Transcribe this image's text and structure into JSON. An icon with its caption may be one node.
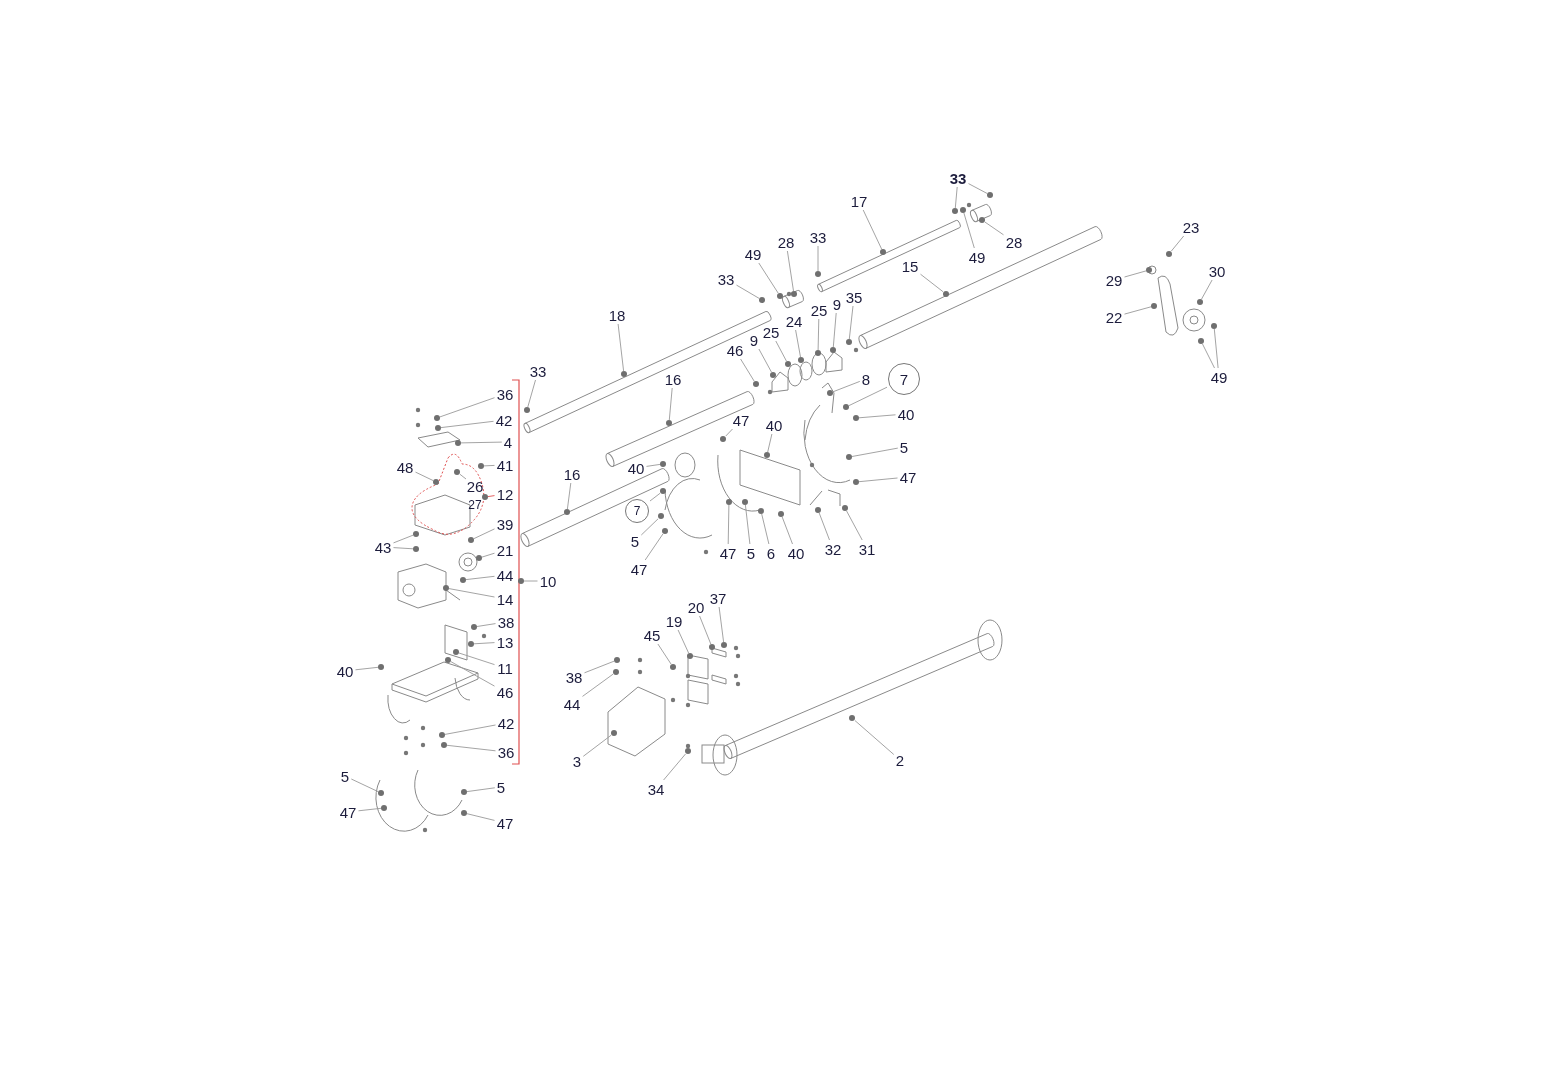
{
  "diagram": {
    "nodes": [
      {
        "text": [
          "33"
        ]
      },
      {
        "text": [
          "36"
        ]
      },
      {
        "text": [
          "42"
        ]
      },
      {
        "text": [
          "4"
        ]
      },
      {
        "text": [
          "41"
        ]
      },
      {
        "text": [
          "48"
        ]
      },
      {
        "text": [
          "26"
        ]
      },
      {
        "text": [
          "12"
        ]
      },
      {
        "text": [
          "39"
        ]
      },
      {
        "text": [
          "43"
        ]
      },
      {
        "text": [
          "21"
        ]
      },
      {
        "text": [
          "44"
        ]
      },
      {
        "text": [
          "14"
        ]
      },
      {
        "text": [
          "10"
        ]
      },
      {
        "text": [
          "38"
        ]
      },
      {
        "text": [
          "13"
        ]
      },
      {
        "text": [
          "11"
        ]
      },
      {
        "text": [
          "46"
        ]
      },
      {
        "text": [
          "40"
        ]
      },
      {
        "text": [
          "42"
        ]
      },
      {
        "text": [
          "36"
        ]
      },
      {
        "text": [
          "5"
        ]
      },
      {
        "text": [
          "5"
        ]
      },
      {
        "text": [
          "47"
        ]
      },
      {
        "text": [
          "47"
        ]
      },
      {
        "text": [
          "18"
        ]
      },
      {
        "text": [
          "16"
        ]
      },
      {
        "text": [
          "16"
        ]
      },
      {
        "text": [
          "33"
        ]
      },
      {
        "text": [
          "49"
        ]
      },
      {
        "text": [
          "28"
        ]
      },
      {
        "text": [
          "33"
        ]
      },
      {
        "text": [
          "17"
        ]
      },
      {
        "text": [
          "15"
        ]
      },
      {
        "text": [
          "46"
        ]
      },
      {
        "text": [
          "9"
        ]
      },
      {
        "text": [
          "25"
        ]
      },
      {
        "text": [
          "24"
        ]
      },
      {
        "text": [
          "25"
        ]
      },
      {
        "text": [
          "9"
        ]
      },
      {
        "text": [
          "35"
        ]
      },
      {
        "text": [
          "8"
        ]
      },
      {
        "text": [
          "7"
        ]
      },
      {
        "text": [
          "40"
        ]
      },
      {
        "text": [
          "5"
        ]
      },
      {
        "text": [
          "47"
        ]
      },
      {
        "text": [
          "47"
        ]
      },
      {
        "text": [
          "40"
        ]
      },
      {
        "text": [
          "40"
        ]
      },
      {
        "text": [
          "7"
        ]
      },
      {
        "text": [
          "5"
        ]
      },
      {
        "text": [
          "47"
        ]
      },
      {
        "text": [
          "47"
        ]
      },
      {
        "text": [
          "5"
        ]
      },
      {
        "text": [
          "6"
        ]
      },
      {
        "text": [
          "40"
        ]
      },
      {
        "text": [
          "32"
        ]
      },
      {
        "text": [
          "31"
        ]
      },
      {
        "text": [
          "33"
        ]
      },
      {
        "text": [
          "49"
        ]
      },
      {
        "text": [
          "28"
        ]
      },
      {
        "text": [
          "23"
        ]
      },
      {
        "text": [
          "29"
        ]
      },
      {
        "text": [
          "30"
        ]
      },
      {
        "text": [
          "22"
        ]
      },
      {
        "text": [
          "49"
        ]
      },
      {
        "text": [
          "37"
        ]
      },
      {
        "text": [
          "20"
        ]
      },
      {
        "text": [
          "19"
        ]
      },
      {
        "text": [
          "45"
        ]
      },
      {
        "text": [
          "38"
        ]
      },
      {
        "text": [
          "44"
        ]
      },
      {
        "text": [
          "3"
        ]
      },
      {
        "text": [
          "34"
        ]
      },
      {
        "text": [
          "2"
        ]
      },
      {
        "text": [],
        "shape": "circle"
      },
      {
        "text": [],
        "shape": "circle"
      },
      {
        "text": [],
        "shape": "circle"
      },
      {
        "text": [],
        "shape": "circle"
      },
      {
        "text": [],
        "shape": "circle"
      },
      {
        "text": [],
        "shape": "circle"
      },
      {
        "text": [],
        "shape": "circle"
      },
      {
        "text": [],
        "shape": "circle"
      },
      {
        "text": [],
        "shape": "circle"
      },
      {
        "text": [],
        "shape": "circle"
      },
      {
        "text": [],
        "shape": "circle"
      },
      {
        "text": [],
        "shape": "circle"
      },
      {
        "text": [],
        "shape": "circle"
      },
      {
        "text": [],
        "shape": "circle"
      },
      {
        "text": [],
        "shape": "circle"
      },
      {
        "text": [],
        "shape": "circle"
      },
      {
        "text": [],
        "shape": "circle"
      },
      {
        "text": [],
        "shape": "circle"
      },
      {
        "text": [],
        "shape": "circle"
      },
      {
        "text": [],
        "shape": "circle"
      },
      {
        "text": [],
        "shape": "circle"
      },
      {
        "text": [],
        "shape": "circle"
      },
      {
        "text": [],
        "shape": "circle"
      },
      {
        "text": [],
        "shape": "circle"
      },
      {
        "text": [],
        "shape": "circle"
      },
      {
        "text": [],
        "shape": "circle"
      },
      {
        "text": [],
        "shape": "circle"
      },
      {
        "text": [],
        "shape": "circle"
      },
      {
        "text": [],
        "shape": "circle"
      },
      {
        "text": [],
        "shape": "circle"
      },
      {
        "text": [],
        "shape": "circle"
      },
      {
        "text": [],
        "shape": "circle"
      },
      {
        "text": [],
        "shape": "circle"
      },
      {
        "text": [],
        "shape": "circle"
      },
      {
        "text": [],
        "shape": "circle"
      },
      {
        "text": [],
        "shape": "circle"
      },
      {
        "text": [],
        "shape": "circle"
      },
      {
        "text": [],
        "shape": "circle"
      },
      {
        "text": [],
        "shape": "circle"
      },
      {
        "text": [],
        "shape": "circle"
      },
      {
        "text": [],
        "shape": "circle"
      },
      {
        "text": [],
        "shape": "circle"
      },
      {
        "text": [],
        "shape": "circle"
      },
      {
        "text": [],
        "shape": "circle"
      },
      {
        "text": [],
        "shape": "circle"
      },
      {
        "text": [],
        "shape": "circle"
      },
      {
        "text": [],
        "shape": "circle"
      },
      {
        "text": [],
        "shape": "circle"
      },
      {
        "text": [],
        "shape": "circle"
      },
      {
        "text": [],
        "shape": "circle"
      },
      {
        "text": [],
        "shape": "circle"
      },
      {
        "text": [],
        "shape": "circle"
      },
      {
        "text": [],
        "shape": "circle"
      },
      {
        "text": [],
        "shape": "circle"
      },
      {
        "text": [],
        "shape": "circle"
      },
      {
        "text": [],
        "shape": "circle"
      },
      {
        "text": [],
        "shape": "circle"
      },
      {
        "text": [],
        "shape": "circle"
      },
      {
        "text": [],
        "shape": "circle"
      },
      {
        "text": [],
        "shape": "circle"
      },
      {
        "text": [],
        "shape": "circle"
      },
      {
        "text": [],
        "shape": "circle"
      },
      {
        "text": [],
        "shape": "circle"
      },
      {
        "text": [],
        "shape": "circle"
      },
      {
        "text": [],
        "shape": "circle"
      },
      {
        "text": [],
        "shape": "circle"
      },
      {
        "text": [],
        "shape": "circle"
      },
      {
        "text": [],
        "shape": "circle"
      },
      {
        "text": [],
        "shape": "circle"
      },
      {
        "text": [],
        "shape": "circle"
      },
      {
        "text": [],
        "shape": "circle"
      },
      {
        "text": [],
        "shape": "circle"
      },
      {
        "text": [],
        "shape": "circle"
      },
      {
        "text": [],
        "shape": "circle"
      },
      {
        "text": [],
        "shape": "circle"
      },
      {
        "text": [],
        "shape": "circle"
      },
      {
        "text": [],
        "shape": "circle"
      },
      {
        "text": [],
        "shape": "circle"
      }
    ],
    "edges": [
      {
        "from": 0,
        "to": 75,
        "arrow": "none"
      },
      {
        "from": 1,
        "to": 76,
        "arrow": "none"
      },
      {
        "from": 2,
        "to": 77,
        "arrow": "none"
      },
      {
        "from": 3,
        "to": 78,
        "arrow": "none"
      },
      {
        "from": 4,
        "to": 79,
        "arrow": "none"
      },
      {
        "from": 5,
        "to": 80,
        "arrow": "none"
      },
      {
        "from": 6,
        "to": 81,
        "arrow": "none"
      },
      {
        "from": 7,
        "to": 82,
        "arrow": "none",
        "color": "#e05050"
      },
      {
        "from": 8,
        "to": 83,
        "arrow": "none"
      },
      {
        "from": 9,
        "to": 84,
        "arrow": "none"
      },
      {
        "from": 9,
        "to": 85,
        "arrow": "none"
      },
      {
        "from": 10,
        "to": 86,
        "arrow": "none"
      },
      {
        "from": 11,
        "to": 87,
        "arrow": "none"
      },
      {
        "from": 12,
        "to": 88,
        "arrow": "none"
      },
      {
        "from": 13,
        "to": 89,
        "arrow": "none"
      },
      {
        "from": 14,
        "to": 90,
        "arrow": "none"
      },
      {
        "from": 15,
        "to": 91,
        "arrow": "none"
      },
      {
        "from": 16,
        "to": 92,
        "arrow": "none"
      },
      {
        "from": 17,
        "to": 93,
        "arrow": "none"
      },
      {
        "from": 18,
        "to": 94,
        "arrow": "none"
      },
      {
        "from": 19,
        "to": 95,
        "arrow": "none"
      },
      {
        "from": 20,
        "to": 96,
        "arrow": "none"
      },
      {
        "from": 21,
        "to": 97,
        "arrow": "none"
      },
      {
        "from": 22,
        "to": 98,
        "arrow": "none"
      },
      {
        "from": 23,
        "to": 99,
        "arrow": "none"
      },
      {
        "from": 24,
        "to": 100,
        "arrow": "none"
      },
      {
        "from": 25,
        "to": 101,
        "arrow": "none"
      },
      {
        "from": 26,
        "to": 102,
        "arrow": "none"
      },
      {
        "from": 27,
        "to": 103,
        "arrow": "none"
      },
      {
        "from": 28,
        "to": 104,
        "arrow": "none"
      },
      {
        "from": 29,
        "to": 105,
        "arrow": "none"
      },
      {
        "from": 30,
        "to": 106,
        "arrow": "none"
      },
      {
        "from": 31,
        "to": 107,
        "arrow": "none"
      },
      {
        "from": 32,
        "to": 108,
        "arrow": "none"
      },
      {
        "from": 33,
        "to": 109,
        "arrow": "none"
      },
      {
        "from": 34,
        "to": 110,
        "arrow": "none"
      },
      {
        "from": 35,
        "to": 111,
        "arrow": "none"
      },
      {
        "from": 36,
        "to": 112,
        "arrow": "none"
      },
      {
        "from": 37,
        "to": 113,
        "arrow": "none"
      },
      {
        "from": 38,
        "to": 114,
        "arrow": "none"
      },
      {
        "from": 39,
        "to": 115,
        "arrow": "none"
      },
      {
        "from": 40,
        "to": 116,
        "arrow": "none"
      },
      {
        "from": 41,
        "to": 117,
        "arrow": "none"
      },
      {
        "from": 42,
        "to": 118,
        "arrow": "none"
      },
      {
        "from": 43,
        "to": 119,
        "arrow": "none"
      },
      {
        "from": 44,
        "to": 120,
        "arrow": "none"
      },
      {
        "from": 45,
        "to": 121,
        "arrow": "none"
      },
      {
        "from": 46,
        "to": 122,
        "arrow": "none"
      },
      {
        "from": 47,
        "to": 123,
        "arrow": "none"
      },
      {
        "from": 48,
        "to": 124,
        "arrow": "none"
      },
      {
        "from": 49,
        "to": 125,
        "arrow": "none"
      },
      {
        "from": 50,
        "to": 126,
        "arrow": "none"
      },
      {
        "from": 51,
        "to": 127,
        "arrow": "none"
      },
      {
        "from": 52,
        "to": 128,
        "arrow": "none"
      },
      {
        "from": 53,
        "to": 129,
        "arrow": "none"
      },
      {
        "from": 54,
        "to": 130,
        "arrow": "none"
      },
      {
        "from": 55,
        "to": 131,
        "arrow": "none"
      },
      {
        "from": 56,
        "to": 132,
        "arrow": "none"
      },
      {
        "from": 57,
        "to": 133,
        "arrow": "none"
      },
      {
        "from": 58,
        "to": 134,
        "arrow": "none"
      },
      {
        "from": 58,
        "to": 135,
        "arrow": "none"
      },
      {
        "from": 59,
        "to": 136,
        "arrow": "none"
      },
      {
        "from": 60,
        "to": 137,
        "arrow": "none"
      },
      {
        "from": 61,
        "to": 138,
        "arrow": "none"
      },
      {
        "from": 62,
        "to": 139,
        "arrow": "none"
      },
      {
        "from": 63,
        "to": 140,
        "arrow": "none"
      },
      {
        "from": 64,
        "to": 141,
        "arrow": "none"
      },
      {
        "from": 65,
        "to": 142,
        "arrow": "none"
      },
      {
        "from": 65,
        "to": 143,
        "arrow": "none"
      },
      {
        "from": 66,
        "to": 144,
        "arrow": "none"
      },
      {
        "from": 67,
        "to": 145,
        "arrow": "none"
      },
      {
        "from": 68,
        "to": 146,
        "arrow": "none"
      },
      {
        "from": 69,
        "to": 147,
        "arrow": "none"
      },
      {
        "from": 70,
        "to": 148,
        "arrow": "none"
      },
      {
        "from": 71,
        "to": 149,
        "arrow": "none"
      },
      {
        "from": 72,
        "to": 150,
        "arrow": "none"
      },
      {
        "from": 73,
        "to": 151,
        "arrow": "none"
      },
      {
        "from": 74,
        "to": 152,
        "arrow": "none"
      }
    ],
    "labels": [
      "27"
    ]
  }
}
